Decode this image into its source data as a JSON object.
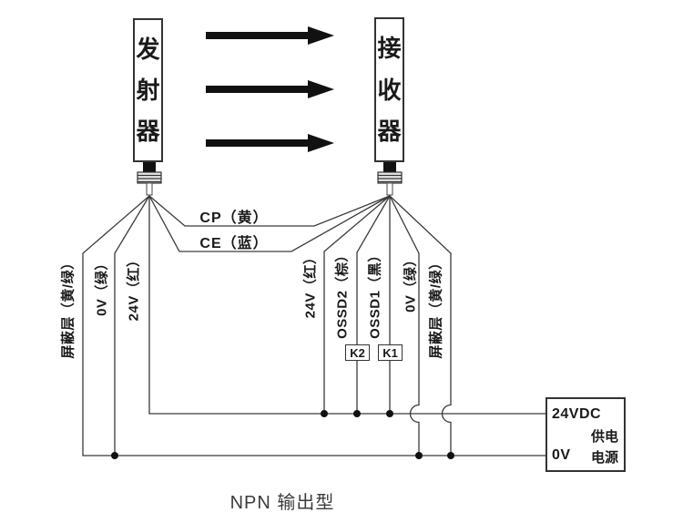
{
  "title": "NPN 输出型",
  "transmitter": {
    "label": "发射器"
  },
  "receiver": {
    "label": "接收器"
  },
  "control_wires": {
    "cp": "CP（黄）",
    "ce": "CE（蓝）"
  },
  "transmitter_wires": {
    "shield": "屏蔽层（黄/绿）",
    "zero_v": "0V（绿）",
    "v24": "24V（红）"
  },
  "receiver_wires": {
    "v24": "24V（红）",
    "ossd2": "OSSD2（棕）",
    "ossd1": "OSSD1（黑）",
    "zero_v": "0V（绿）",
    "shield": "屏蔽层（黄/绿）"
  },
  "relays": {
    "k2": "K2",
    "k1": "K1"
  },
  "power_supply": {
    "positive": "24VDC",
    "negative": "0V",
    "name": [
      "供电",
      "电源"
    ]
  },
  "colors": {
    "wire": "#3a3a3a",
    "dark": "#111111",
    "text": "#1a1a1a"
  }
}
